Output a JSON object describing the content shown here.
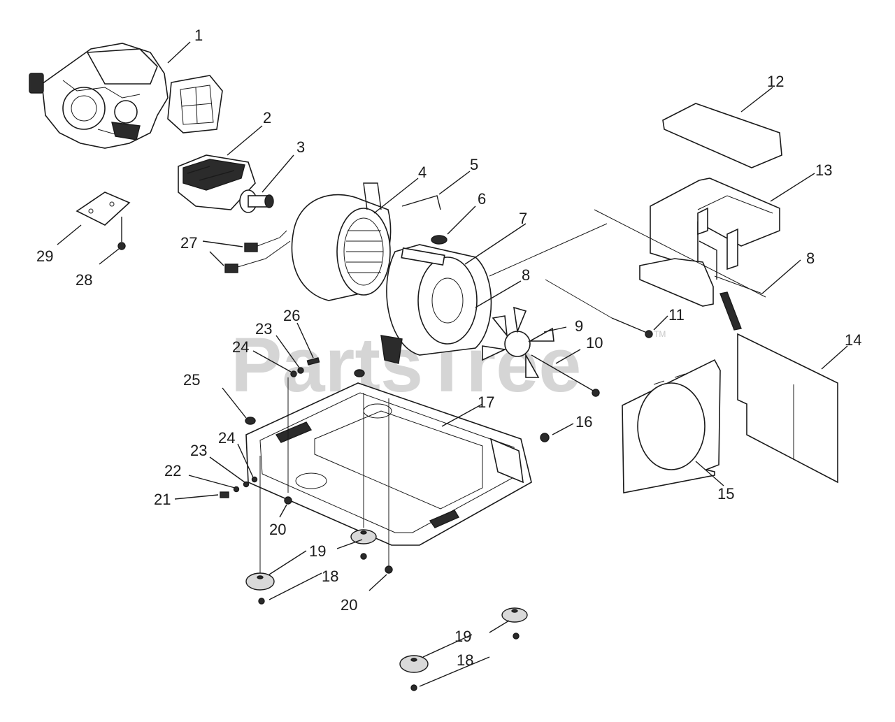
{
  "watermark": {
    "text": "PartsTree",
    "tm": "TM"
  },
  "callouts": [
    {
      "id": "c1",
      "label": "1"
    },
    {
      "id": "c2",
      "label": "2"
    },
    {
      "id": "c3",
      "label": "3"
    },
    {
      "id": "c4",
      "label": "4"
    },
    {
      "id": "c5",
      "label": "5"
    },
    {
      "id": "c6",
      "label": "6"
    },
    {
      "id": "c7",
      "label": "7"
    },
    {
      "id": "c8a",
      "label": "8"
    },
    {
      "id": "c8b",
      "label": "8"
    },
    {
      "id": "c9",
      "label": "9"
    },
    {
      "id": "c10",
      "label": "10"
    },
    {
      "id": "c11",
      "label": "11"
    },
    {
      "id": "c12",
      "label": "12"
    },
    {
      "id": "c13",
      "label": "13"
    },
    {
      "id": "c14",
      "label": "14"
    },
    {
      "id": "c15",
      "label": "15"
    },
    {
      "id": "c16",
      "label": "16"
    },
    {
      "id": "c17",
      "label": "17"
    },
    {
      "id": "c18a",
      "label": "18"
    },
    {
      "id": "c18b",
      "label": "18"
    },
    {
      "id": "c19a",
      "label": "19"
    },
    {
      "id": "c19b",
      "label": "19"
    },
    {
      "id": "c20a",
      "label": "20"
    },
    {
      "id": "c20b",
      "label": "20"
    },
    {
      "id": "c21",
      "label": "21"
    },
    {
      "id": "c22",
      "label": "22"
    },
    {
      "id": "c23a",
      "label": "23"
    },
    {
      "id": "c23b",
      "label": "23"
    },
    {
      "id": "c24a",
      "label": "24"
    },
    {
      "id": "c24b",
      "label": "24"
    },
    {
      "id": "c25",
      "label": "25"
    },
    {
      "id": "c26",
      "label": "26"
    },
    {
      "id": "c27",
      "label": "27"
    },
    {
      "id": "c28",
      "label": "28"
    },
    {
      "id": "c29",
      "label": "29"
    }
  ]
}
